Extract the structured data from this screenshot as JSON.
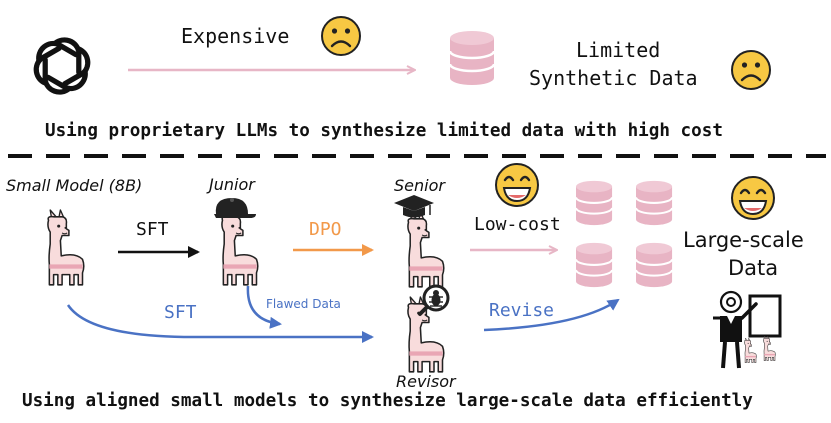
{
  "top": {
    "cost_label": "Expensive",
    "result_line1": "Limited",
    "result_line2": "Synthetic Data",
    "caption": "Using proprietary LLMs to synthesize limited data with high cost"
  },
  "bottom": {
    "small_model_label": "Small Model (8B)",
    "junior_label": "Junior",
    "senior_label": "Senior",
    "revisor_label": "Revisor",
    "sft_label": "SFT",
    "dpo_label": "DPO",
    "low_cost_label": "Low-cost",
    "sft_lower_label": "SFT",
    "flawed_label": "Flawed Data",
    "revise_label": "Revise",
    "result_line1": "Large-scale",
    "result_line2": "Data",
    "caption": "Using aligned small models to synthesize large-scale data efficiently"
  },
  "icons": [
    "openai-logo-icon",
    "sad-face-icon",
    "database-icon",
    "llama-icon",
    "cap-icon",
    "graduation-cap-icon",
    "bug-magnifier-icon",
    "happy-face-icon",
    "teacher-icon"
  ],
  "colors": {
    "pink_arrow": "#e7b6c6",
    "orange_arrow": "#f2994a",
    "blue_arrow": "#4a72c4",
    "database_pink": "#e8b4c4",
    "emoji_yellow": "#f7c843",
    "llama_body": "#f8dcdc"
  }
}
